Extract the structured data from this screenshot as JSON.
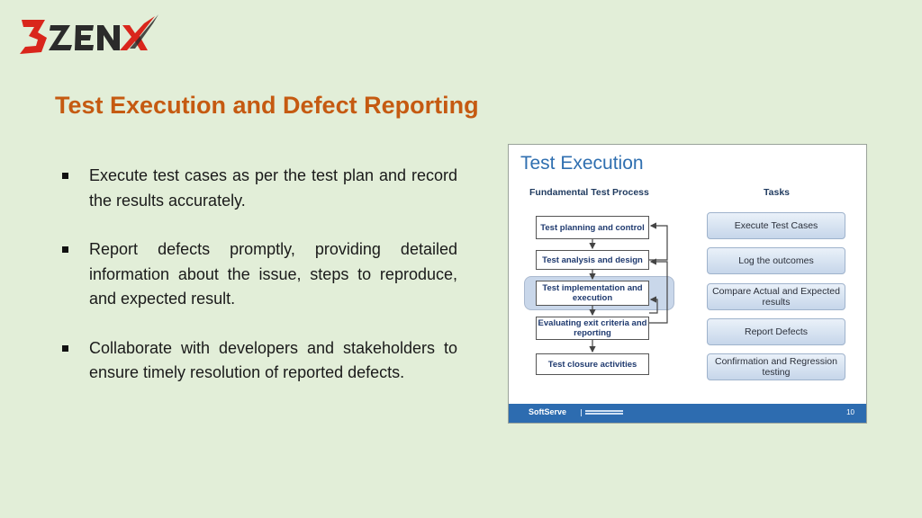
{
  "logo": {
    "text": "3ZENX"
  },
  "title": "Test Execution and Defect Reporting",
  "bullets": [
    "Execute test cases as per the test plan and record the results accurately.",
    "Report defects promptly, providing detailed information about the issue, steps to reproduce, and expected result.",
    "Collaborate with developers and stakeholders to ensure timely resolution of reported defects."
  ],
  "figure": {
    "title": "Test Execution",
    "process_heading": "Fundamental Test Process",
    "tasks_heading": "Tasks",
    "process_steps": [
      "Test planning and control",
      "Test analysis and design",
      "Test implementation and execution",
      "Evaluating exit criteria and reporting",
      "Test closure activities"
    ],
    "tasks": [
      "Execute Test Cases",
      "Log the outcomes",
      "Compare Actual and Expected results",
      "Report Defects",
      "Confirmation and Regression testing"
    ],
    "footer_brand": "SoftServe",
    "page_number": "10"
  },
  "colors": {
    "background": "#e2eed8",
    "title": "#c55a11",
    "logo_red": "#d9261c",
    "logo_dark": "#2b2b2b",
    "panel_title": "#2f6fb0",
    "footer": "#2d6cb0"
  }
}
